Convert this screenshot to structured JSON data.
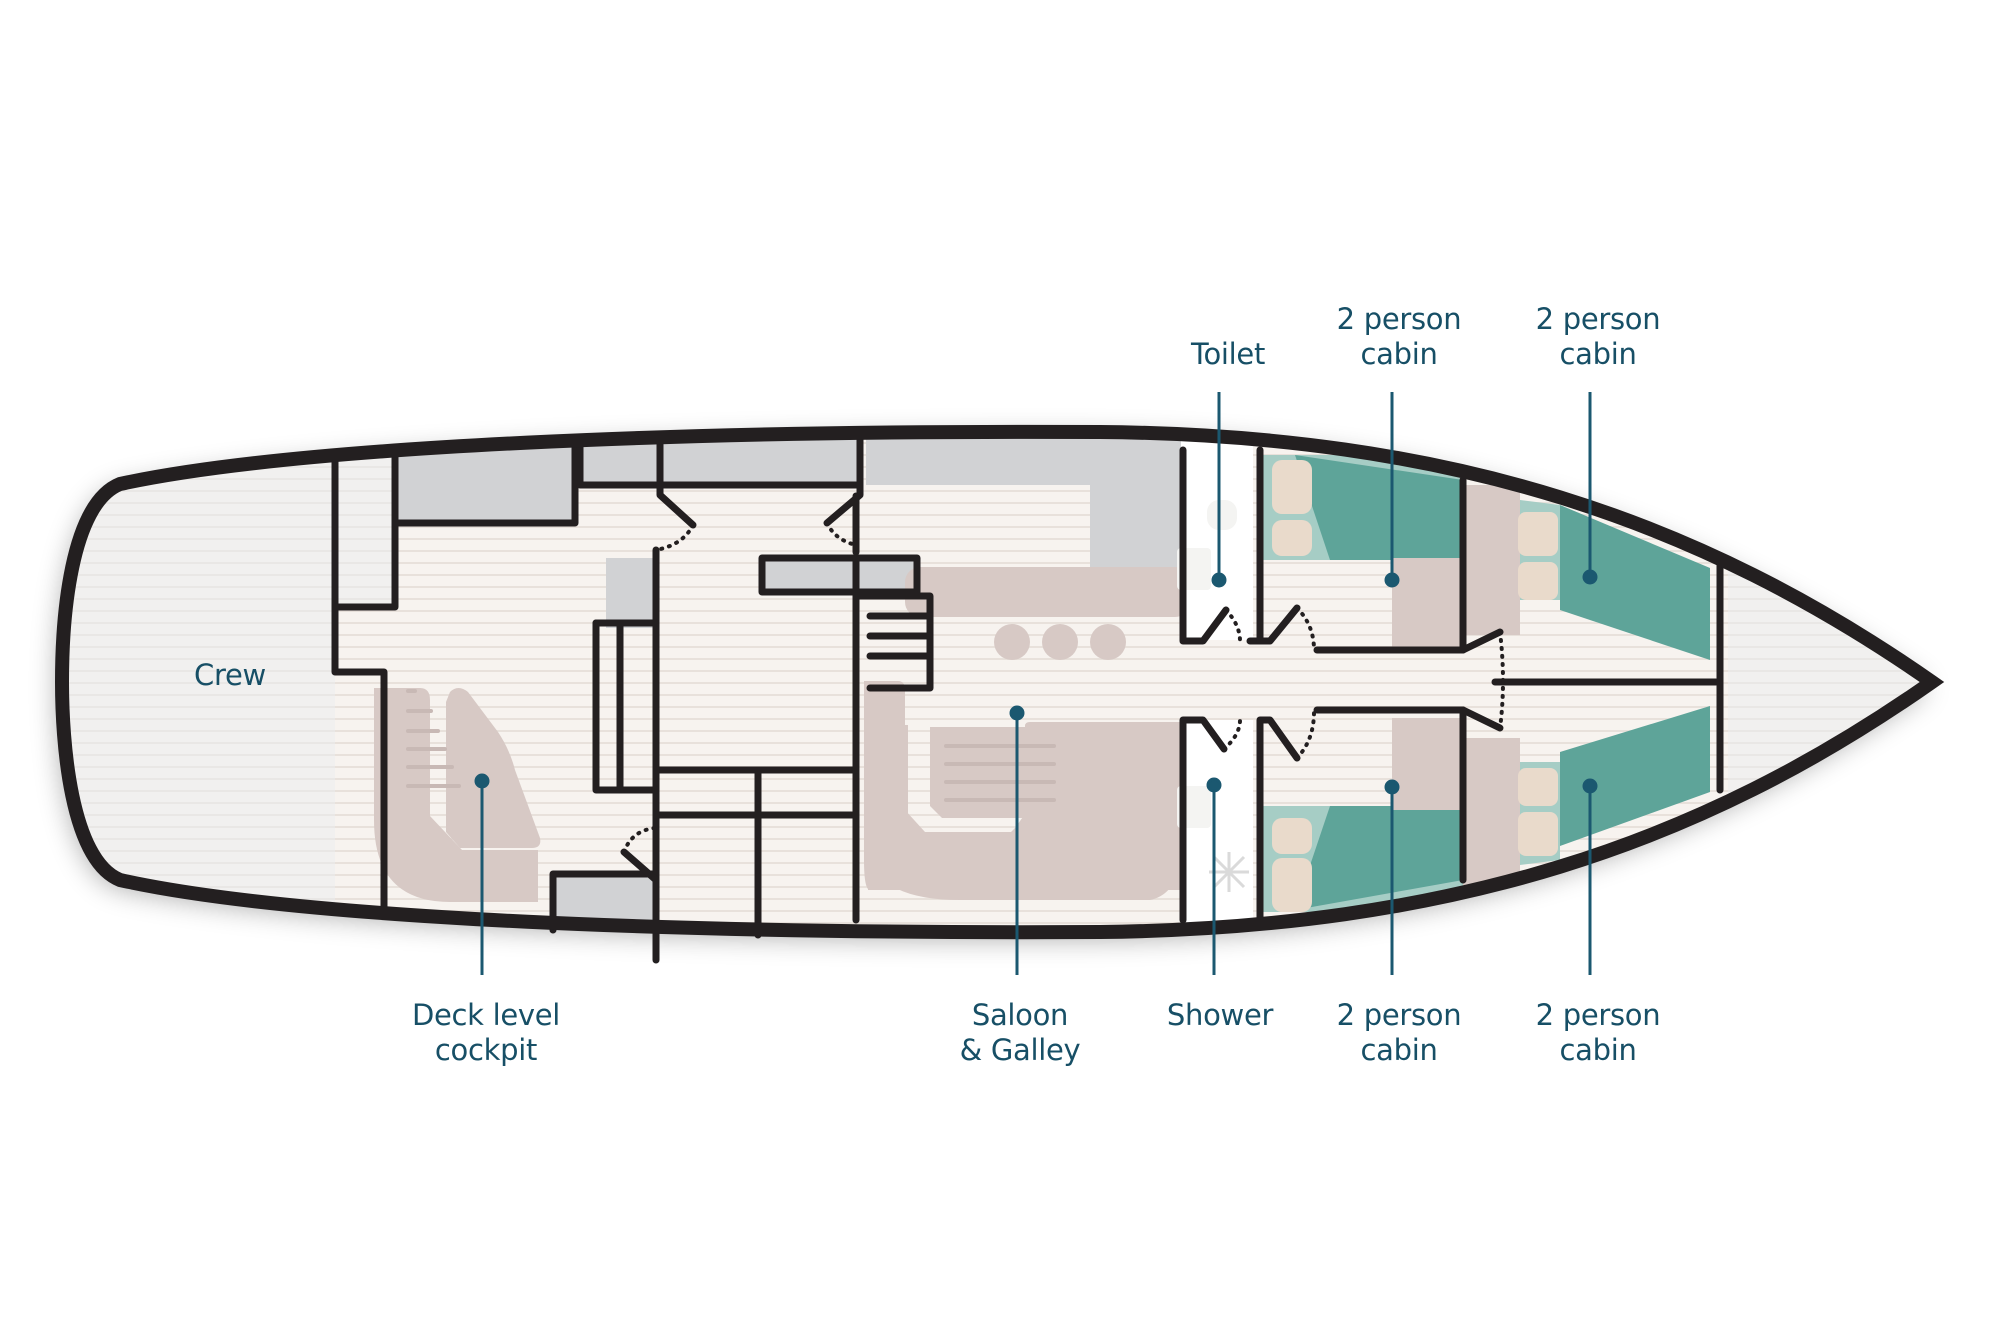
{
  "diagram": {
    "type": "boat deck floor plan",
    "colors": {
      "hull_outline": "#231f20",
      "label_text": "#174f66",
      "leader_line": "#1b5870",
      "floor_wood": "#f7f3ef",
      "floor_grey": "#f1f0ef",
      "storage_grey": "#d1d2d4",
      "seating_taupe": "#d7c9c5",
      "bed_teal": "#5ea499",
      "pillow_cream": "#e9dacb",
      "wet_room_white": "#ffffff"
    },
    "labels": [
      {
        "id": "crew",
        "lines": [
          "Crew"
        ]
      },
      {
        "id": "deck-level-cockpit",
        "lines": [
          "Deck level",
          "cockpit"
        ]
      },
      {
        "id": "saloon-galley",
        "lines": [
          "Saloon",
          "& Galley"
        ]
      },
      {
        "id": "toilet",
        "lines": [
          "Toilet"
        ]
      },
      {
        "id": "shower",
        "lines": [
          "Shower"
        ]
      },
      {
        "id": "cabin-top-1",
        "lines": [
          "2 person",
          "cabin"
        ]
      },
      {
        "id": "cabin-top-2",
        "lines": [
          "2 person",
          "cabin"
        ]
      },
      {
        "id": "cabin-bottom-1",
        "lines": [
          "2 person",
          "cabin"
        ]
      },
      {
        "id": "cabin-bottom-2",
        "lines": [
          "2 person",
          "cabin"
        ]
      }
    ]
  }
}
